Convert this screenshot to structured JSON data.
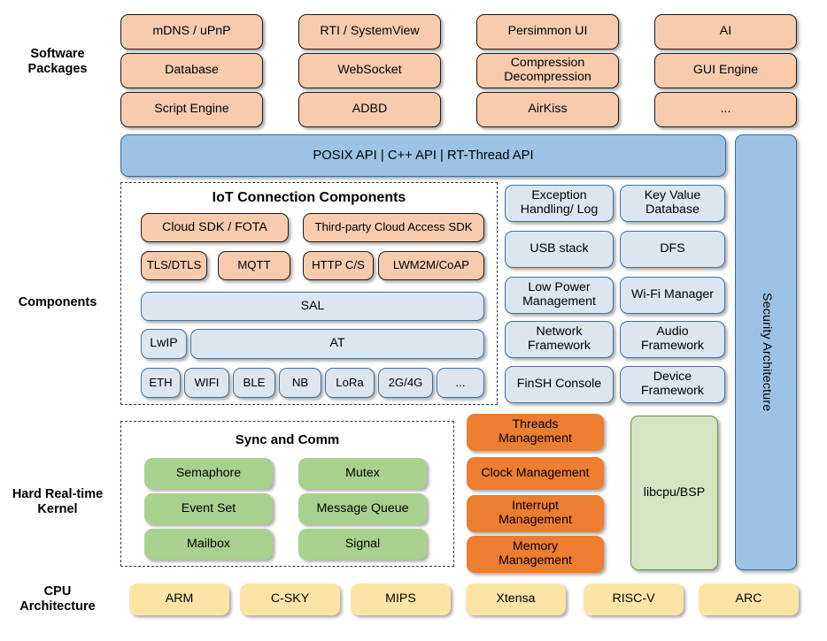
{
  "diagram": {
    "title": "RT-Thread Architecture Diagram",
    "colors": {
      "peach": "#F8CBAD",
      "blue_bar": "#9CC3E5",
      "light_blue": "#DCE6F1",
      "green": "#A9D18E",
      "libcpu_green": "#D6E4C4",
      "orange": "#ED7D31",
      "yellow": "#FCE4A6",
      "dashed_border": "#1F3864"
    }
  },
  "row_labels": {
    "software_packages": "Software\nPackages",
    "components": "Components",
    "kernel": "Hard Real-time\nKernel",
    "cpu": "CPU\nArchitecture"
  },
  "software_packages": {
    "columns": [
      [
        "mDNS / uPnP",
        "Database",
        "Script Engine"
      ],
      [
        "RTI / SystemView",
        "WebSocket",
        "ADBD"
      ],
      [
        "Persimmon UI",
        "Compression\nDecompression",
        "AirKiss"
      ],
      [
        "AI",
        "GUI Engine",
        "..."
      ]
    ]
  },
  "api_bar": {
    "label": "POSIX API  |  C++ API  |  RT-Thread API"
  },
  "security": {
    "label": "Security Architecture"
  },
  "iot_group": {
    "title": "IoT Connection Components",
    "row1": [
      "Cloud SDK / FOTA",
      "Third-party Cloud Access SDK"
    ],
    "row2": [
      "TLS/DTLS",
      "MQTT",
      "HTTP C/S",
      "LWM2M/CoAP"
    ],
    "sal": "SAL",
    "row4": [
      "LwIP",
      "AT"
    ],
    "row5": [
      "ETH",
      "WIFI",
      "BLE",
      "NB",
      "LoRa",
      "2G/4G",
      "..."
    ]
  },
  "components_right": {
    "rows": [
      [
        "Exception\nHandling/ Log",
        "Key Value\nDatabase"
      ],
      [
        "USB stack",
        "DFS"
      ],
      [
        "Low Power\nManagement",
        "Wi-Fi Manager"
      ],
      [
        "Network\nFramework",
        "Audio\nFramework"
      ],
      [
        "FinSH Console",
        "Device\nFramework"
      ]
    ]
  },
  "sync_group": {
    "title": "Sync and Comm",
    "rows": [
      [
        "Semaphore",
        "Mutex"
      ],
      [
        "Event Set",
        "Message Queue"
      ],
      [
        "Mailbox",
        "Signal"
      ]
    ]
  },
  "kernel_mgmt": {
    "items": [
      "Threads\nManagement",
      "Clock Management",
      "Interrupt\nManagement",
      "Memory\nManagement"
    ]
  },
  "libcpu": {
    "label": "libcpu/BSP"
  },
  "cpu_architecture": {
    "items": [
      "ARM",
      "C-SKY",
      "MIPS",
      "Xtensa",
      "RISC-V",
      "ARC"
    ]
  }
}
